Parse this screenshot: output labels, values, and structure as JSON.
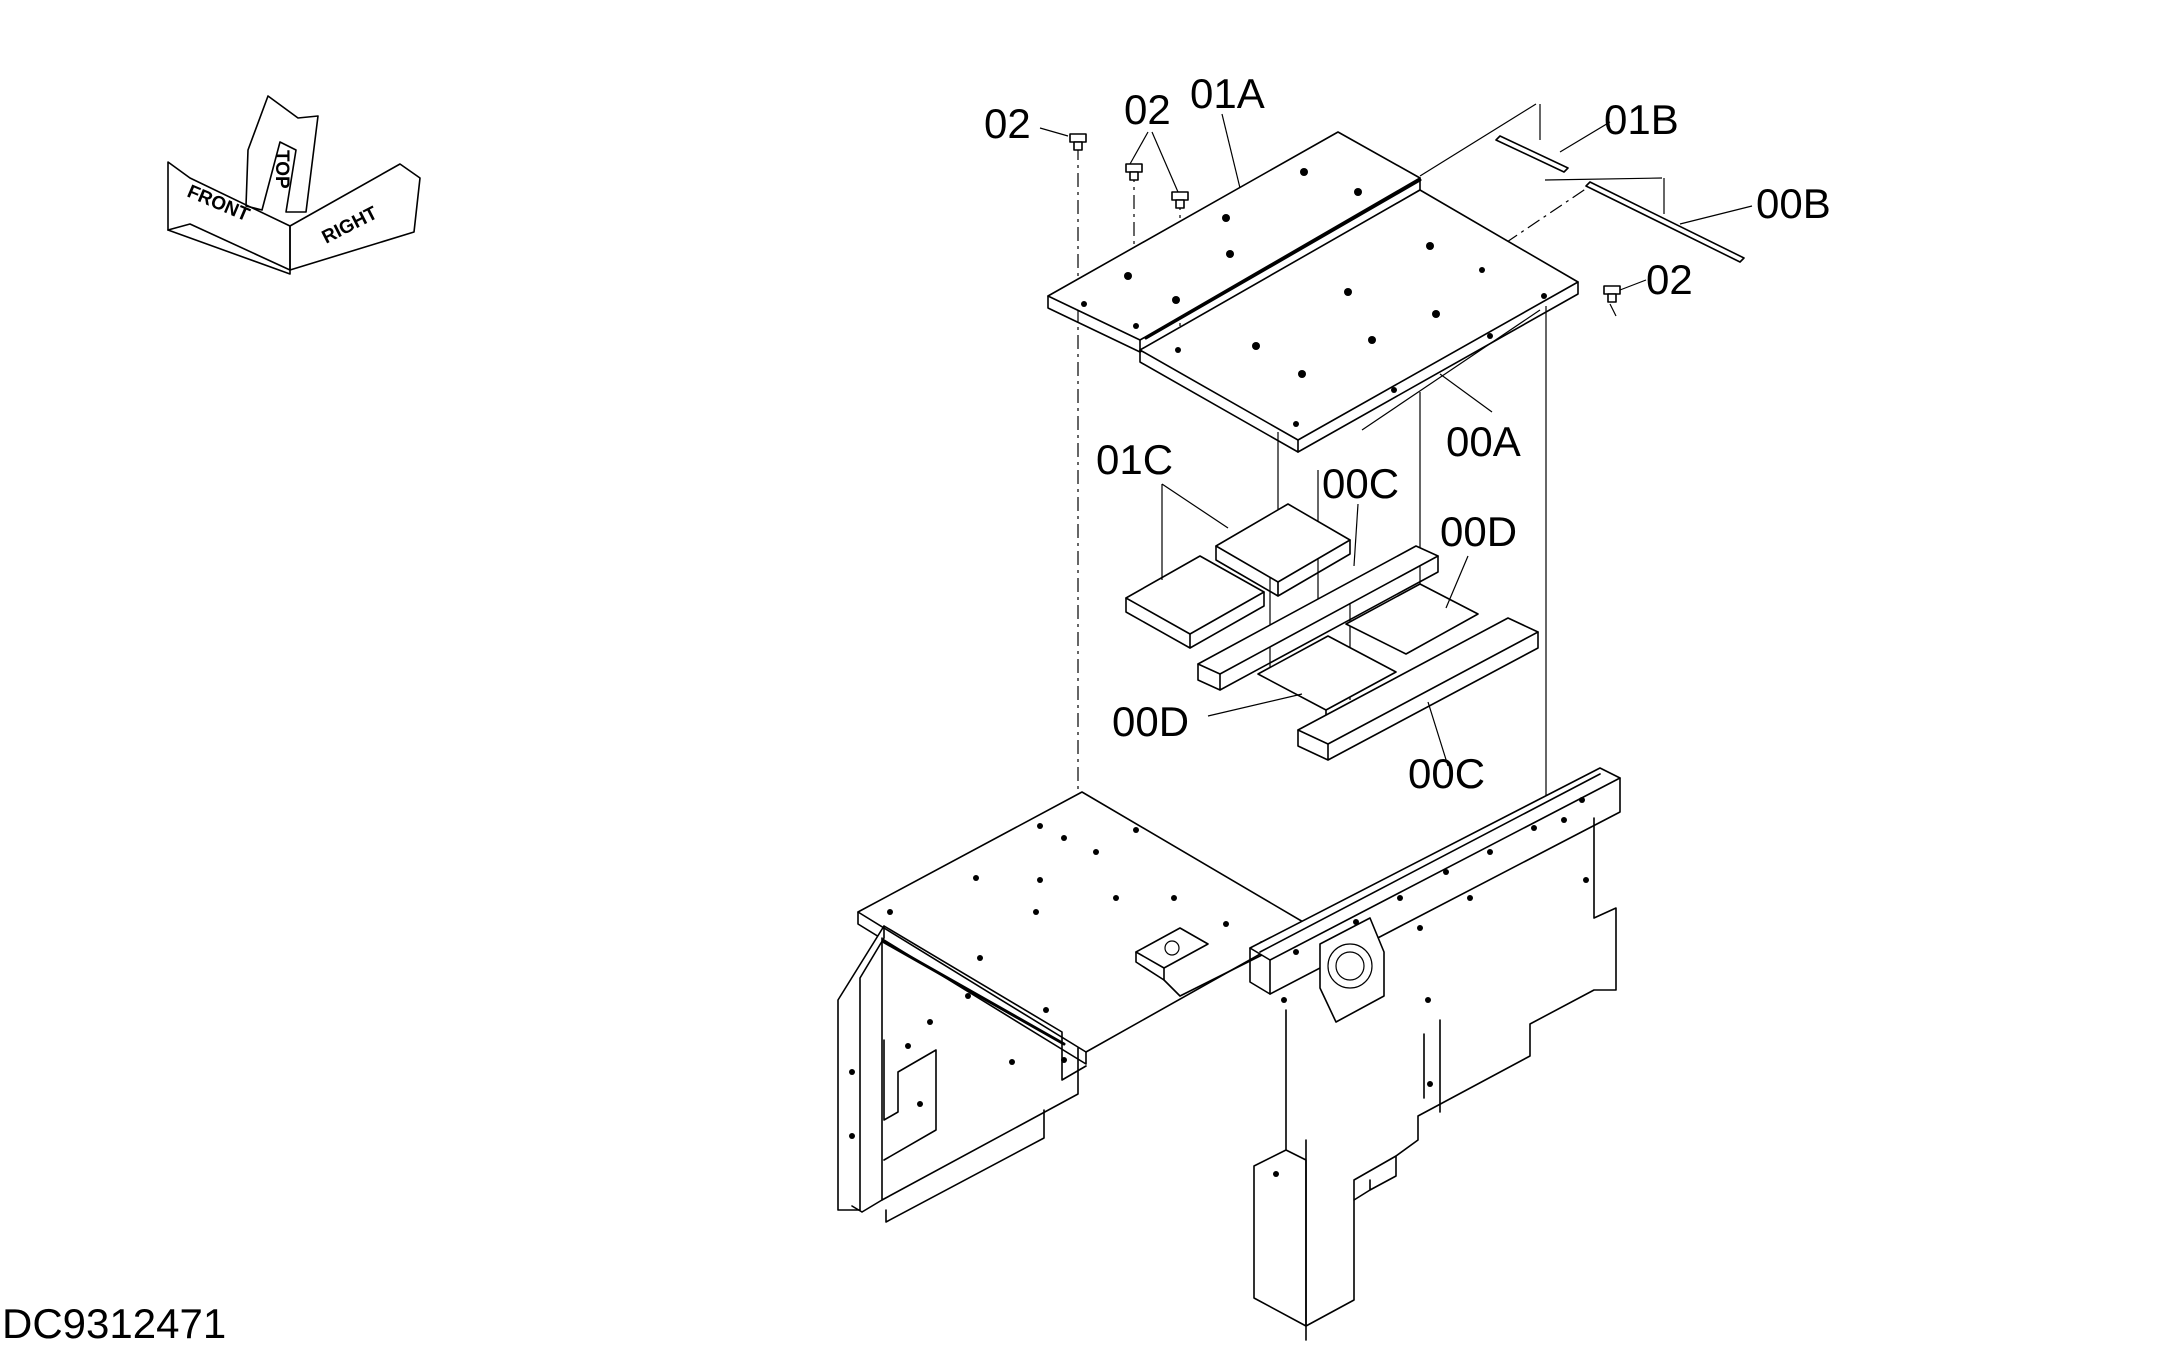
{
  "drawing_code": "DC9312471",
  "orientation": {
    "front": "FRONT",
    "top": "TOP",
    "right": "RIGHT"
  },
  "callouts": {
    "c02_a": "02",
    "c02_b": "02",
    "c02_c": "02",
    "c01A": "01A",
    "c01B": "01B",
    "c00B": "00B",
    "c00A": "00A",
    "c01C": "01C",
    "c00C_a": "00C",
    "c00D_a": "00D",
    "c00D_b": "00D",
    "c00C_b": "00C"
  }
}
